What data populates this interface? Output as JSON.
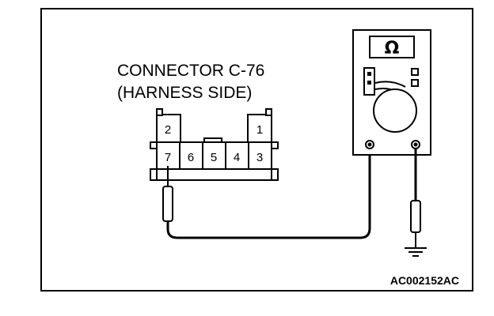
{
  "connector": {
    "title_line1": "CONNECTOR C-76",
    "title_line2": "(HARNESS SIDE)",
    "pins_top": [
      "2",
      "1"
    ],
    "pins_bottom": [
      "7",
      "6",
      "5",
      "4",
      "3"
    ]
  },
  "meter": {
    "symbol": "Ω"
  },
  "figure_code": "AC002152AC"
}
